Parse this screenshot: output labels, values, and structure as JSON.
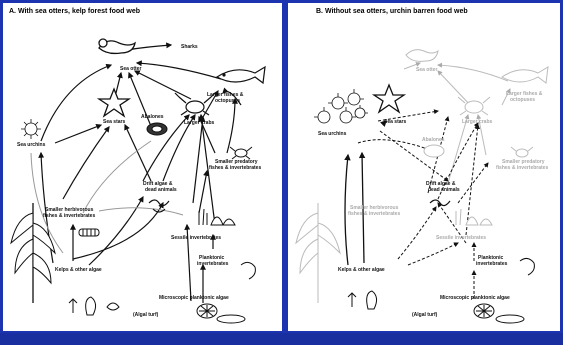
{
  "panel_a": {
    "title": "A. With sea otters, kelp forest food web",
    "labels": {
      "sharks": "Sharks",
      "sea_otter": "Sea otter",
      "larger_fishes": "Larger fishes &",
      "octopuses": "octopuses",
      "sea_stars": "Sea stars",
      "larger_crabs": "Larger crabs",
      "sea_urchins": "Sea urchins",
      "abalones": "Abalones",
      "smaller_predatory_1": "Smaller predatory",
      "smaller_predatory_2": "fishes & invertebrates",
      "drift_1": "Drift algae &",
      "drift_2": "dead animals",
      "smaller_herbivorous_1": "Smaller herbivorous",
      "smaller_herbivorous_2": "fishes & invertebrates",
      "sessile": "Sessile invertebrates",
      "planktonic_1": "Planktonic",
      "planktonic_2": "invertebrates",
      "kelps": "Kelps & other algae",
      "microscopic": "Microscopic planktonic algae",
      "algal_turf": "(Algal turf)"
    }
  },
  "panel_b": {
    "title": "B. Without sea otters, urchin barren food web",
    "labels": {
      "sea_otter": "Sea otter",
      "larger_fishes": "Larger fishes &",
      "octopuses": "octopuses",
      "sea_stars": "Sea stars",
      "larger_crabs": "Larger crabs",
      "sea_urchins": "Sea urchins",
      "abalones": "Abalones",
      "smaller_predatory_1": "Smaller predatory",
      "smaller_predatory_2": "fishes & invertebrates",
      "drift_1": "Drift algae &",
      "drift_2": "dead animals",
      "smaller_herbivorous_1": "Smaller herbivorous",
      "smaller_herbivorous_2": "fishes & invertebrates",
      "sessile": "Sessile invertebrates",
      "planktonic_1": "Planktonic",
      "planktonic_2": "invertebrates",
      "kelps": "Kelps & other algae",
      "microscopic": "Microscopic planktonic algae",
      "algal_turf": "(Algal turf)"
    }
  },
  "colors": {
    "frame": "#1d34b0",
    "panel": "#ffffff",
    "ink": "#111111",
    "faded": "#aaaaaa"
  }
}
